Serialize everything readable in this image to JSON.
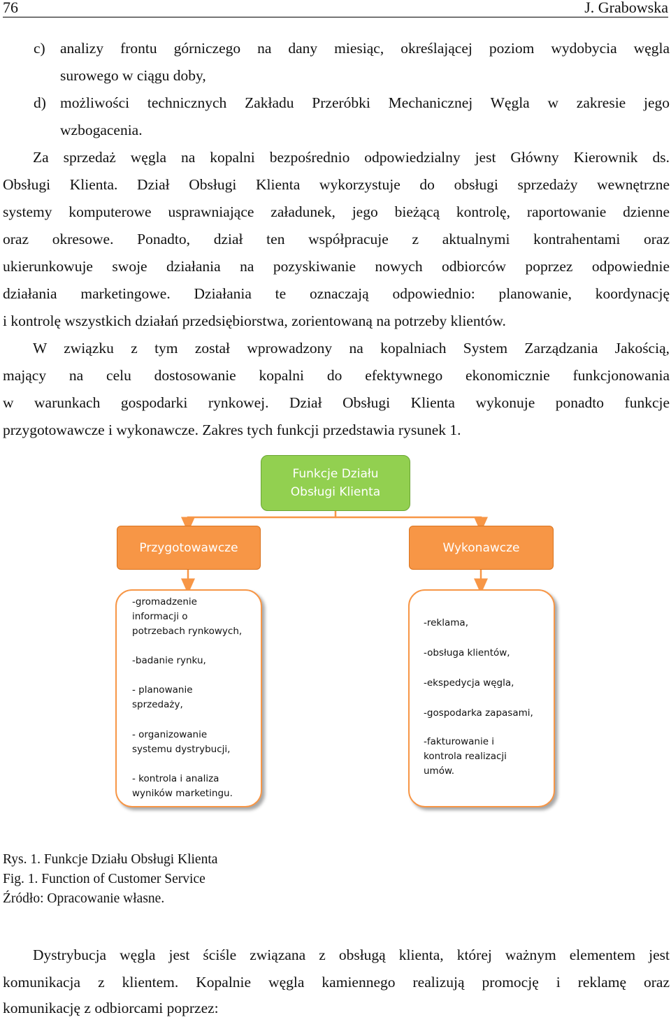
{
  "header": {
    "page_number": "76",
    "author": "J. Grabowska"
  },
  "items": [
    {
      "label": "c)",
      "text_line1": "analizy frontu górniczego na dany miesiąc, określającej poziom wydobycia węgla",
      "text_line2": "surowego w ciągu doby,"
    },
    {
      "label": "d)",
      "text_line1": "możliwości technicznych Zakładu Przeróbki Mechanicznej Węgla w zakresie jego",
      "text_line2": "wzbogacenia."
    }
  ],
  "paragraph1": {
    "line1": "Za sprzedaż węgla na kopalni bezpośrednio odpowiedzialny jest Główny Kierownik ds.",
    "lines": [
      "Obsługi Klienta. Dział Obsługi Klienta wykorzystuje do obsługi sprzedaży wewnętrzne",
      "systemy komputerowe usprawniające załadunek, jego bieżącą kontrolę, raportowanie dzienne",
      "oraz okresowe. Ponadto, dział ten współpracuje z aktualnymi kontrahentami oraz",
      "ukierunkowuje swoje działania na pozyskiwanie nowych odbiorców poprzez odpowiednie",
      "działania marketingowe. Działania te oznaczają odpowiednio: planowanie, koordynację"
    ],
    "last_line": "i kontrolę wszystkich działań przedsiębiorstwa, zorientowaną na potrzeby klientów."
  },
  "paragraph2": {
    "lines": [
      "W związku z tym został wprowadzony na kopalniach System Zarządzania Jakością,",
      "mający na celu dostosowanie kopalni do efektywnego ekonomicznie funkcjonowania",
      "w warunkach gospodarki rynkowej. Dział Obsługi Klienta wykonuje ponadto funkcje"
    ],
    "last_line": "przygotowawcze i wykonawcze. Zakres tych funkcji przedstawia rysunek 1."
  },
  "diagram": {
    "root": {
      "line1": "Funkcje Działu",
      "line2": "Obsługi Klienta"
    },
    "left_branch": "Przygotowawcze",
    "right_branch": "Wykonawcze",
    "left_items": [
      "-gromadzenie\ninformacji o\npotrzebach rynkowych,",
      "-badanie rynku,",
      "- planowanie\nsprzedaży,",
      "- organizowanie\nsystemu dystrybucji,",
      "- kontrola i analiza\nwyników marketingu."
    ],
    "right_items": [
      "-reklama,",
      "-obsługa klientów,",
      "-ekspedycja węgla,",
      "-gospodarka zapasami,",
      "-fakturowanie i\nkontrola realizacji\numów."
    ],
    "colors": {
      "root": "#92d050",
      "branch": "#f79646",
      "connector": "#f79646"
    }
  },
  "caption": {
    "pl": "Rys. 1. Funkcje Działu Obsługi Klienta",
    "en": "Fig. 1. Function of Customer Service",
    "source": "Źródło: Opracowanie własne."
  },
  "paragraph3": {
    "lines": [
      "Dystrybucja węgla jest ściśle związana z obsługą klienta, której ważnym elementem jest",
      "komunikacja z klientem. Kopalnie węgla kamiennego realizują promocję i reklamę oraz"
    ],
    "last_line": "komunikację z odbiorcami poprzez:"
  }
}
